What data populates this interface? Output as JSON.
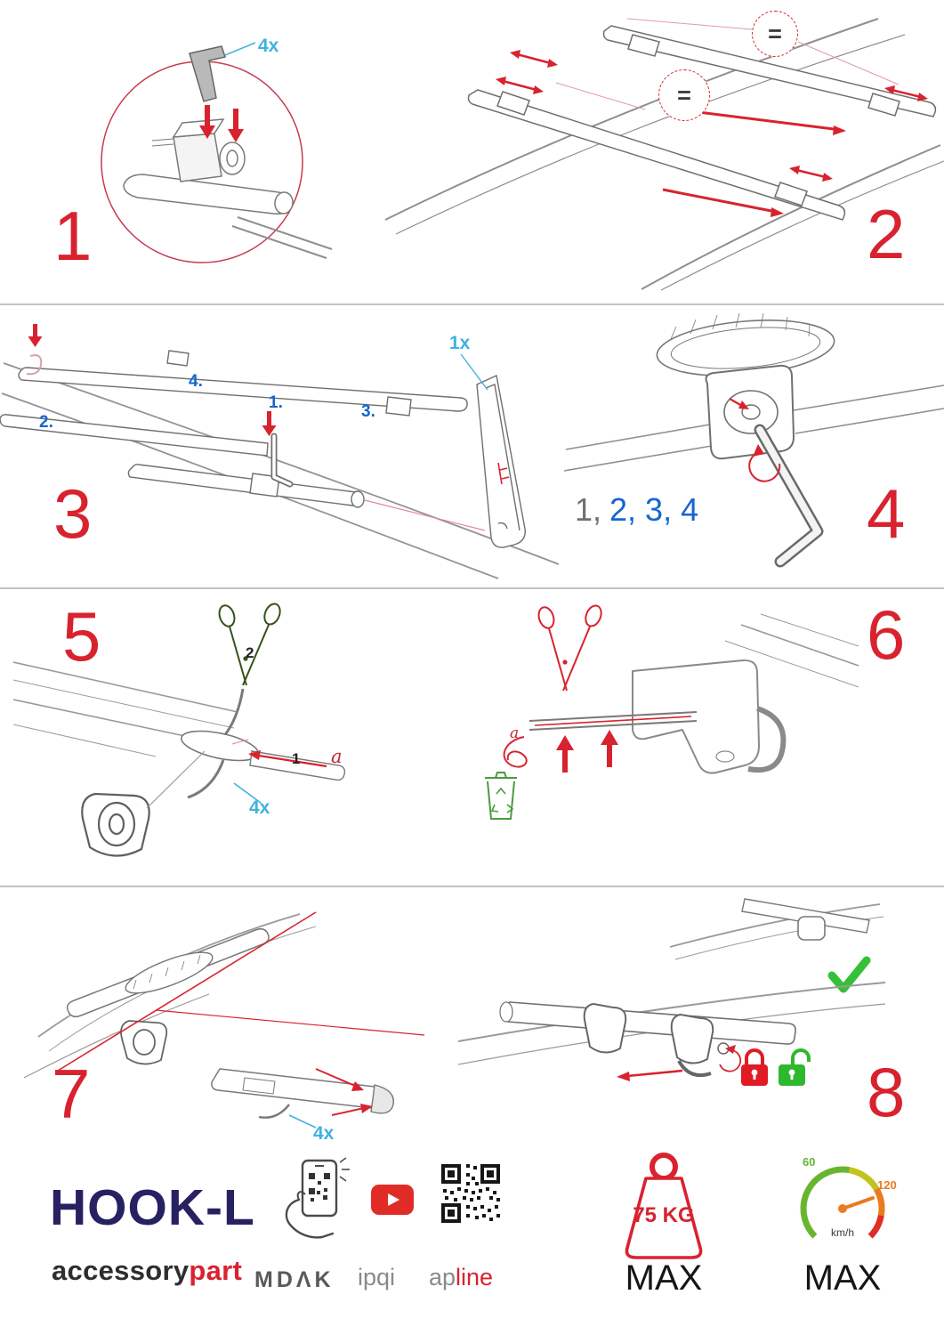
{
  "document": {
    "type": "roof-rack-assembly-instructions"
  },
  "steps": {
    "s1": {
      "number": "1",
      "qty": "4x"
    },
    "s2": {
      "number": "2",
      "equal_top": "=",
      "equal_mid": "="
    },
    "s3": {
      "number": "3",
      "qty": "1x",
      "item_1": "1.",
      "item_2": "2.",
      "item_3": "3.",
      "item_4": "4."
    },
    "s4": {
      "number": "4",
      "seq_first": "1,",
      "seq_rest": "2, 3, 4"
    },
    "s5": {
      "number": "5",
      "part_1": "1",
      "part_2": "2",
      "point_a": "a",
      "qty": "4x"
    },
    "s6": {
      "number": "6",
      "point_a": "a"
    },
    "s7": {
      "number": "7",
      "qty": "4x"
    },
    "s8": {
      "number": "8"
    }
  },
  "footer": {
    "product_name": "HOOK-L",
    "brand_prefix": "accessory",
    "brand_suffix": "part",
    "logo_mdak": "MDΛK",
    "logo_ipqi": "ipqi",
    "logo_ap": "ap",
    "logo_line": "line",
    "weight_value": "75 KG",
    "weight_max": "MAX",
    "speed_low": "60",
    "speed_high": "120",
    "speed_unit": "km/h",
    "speed_max": "MAX"
  },
  "icons": {
    "scissors": "✂",
    "trash_recycle": "♻",
    "checkmark": "✓",
    "padlock_closed": "🔒",
    "padlock_open": "🔓",
    "youtube_play": "▶",
    "qr_code": "qr-grid",
    "phone_scan": "hand-with-phone",
    "weight": "kettlebell",
    "speedometer": "gauge"
  },
  "colors": {
    "step_number_red": "#d8232f",
    "arrow_red": "#d8232f",
    "qty_blue": "#41b1e1",
    "item_blue": "#1565d1",
    "sequence_gray": "#6f6f6f",
    "brand_navy": "#262262",
    "brand_red": "#d8232f",
    "check_green": "#35c135",
    "lock_closed_red": "#e01b24",
    "lock_open_green": "#2eb82e",
    "gauge_green": "#6ab52f",
    "gauge_yellow": "#c3c21f",
    "gauge_orange": "#e87c1e",
    "gauge_red": "#e02d28",
    "scissors_dark_green": "#35521d",
    "recycle_green": "#4a9b3f"
  }
}
